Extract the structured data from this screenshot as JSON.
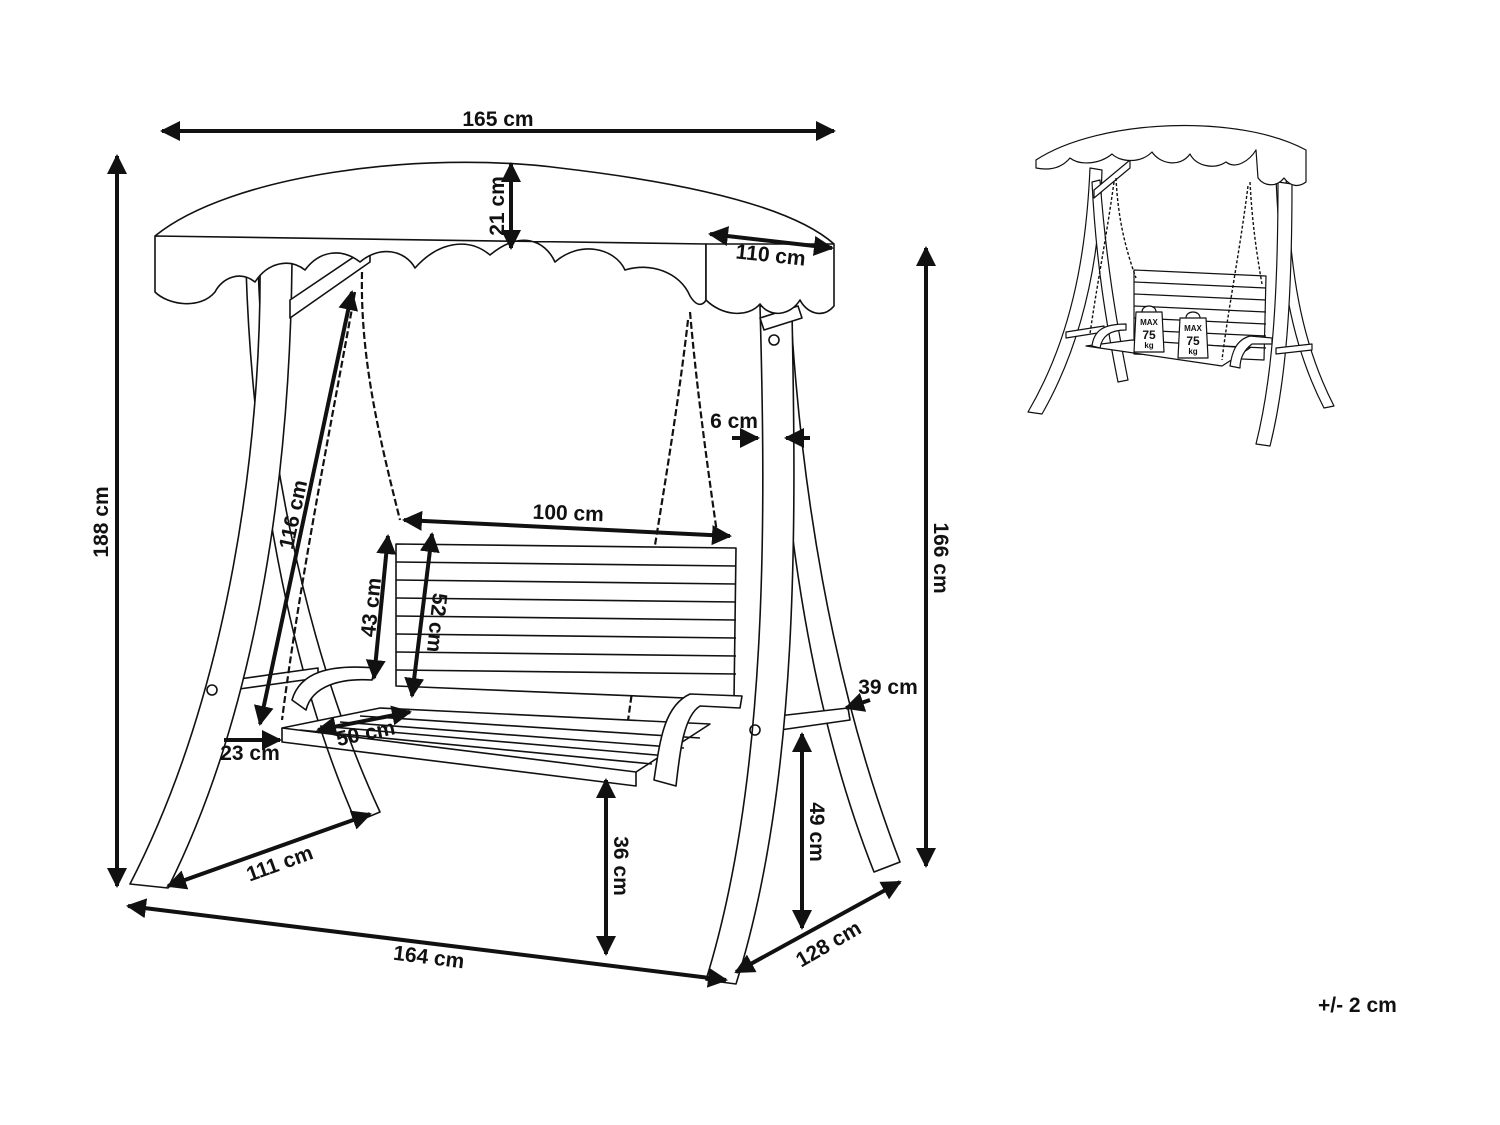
{
  "dimensions": {
    "canopy_width": "165 cm",
    "canopy_height": "21 cm",
    "canopy_depth": "110 cm",
    "total_height": "188 cm",
    "swing_height": "166 cm",
    "chain_length": "116 cm",
    "seat_width": "100 cm",
    "backrest_height": "43 cm",
    "back_total_height": "52 cm",
    "beam_thickness": "6 cm",
    "side_table_depth": "39 cm",
    "seat_depth": "50 cm",
    "armrest_offset": "23 cm",
    "base_side": "111 cm",
    "base_width": "164 cm",
    "seat_ground_height": "36 cm",
    "table_height": "49 cm",
    "base_depth": "128 cm"
  },
  "thumbnail": {
    "max_label": "MAX",
    "max_value": "75",
    "max_unit": "kg"
  },
  "tolerance": "+/- 2 cm"
}
